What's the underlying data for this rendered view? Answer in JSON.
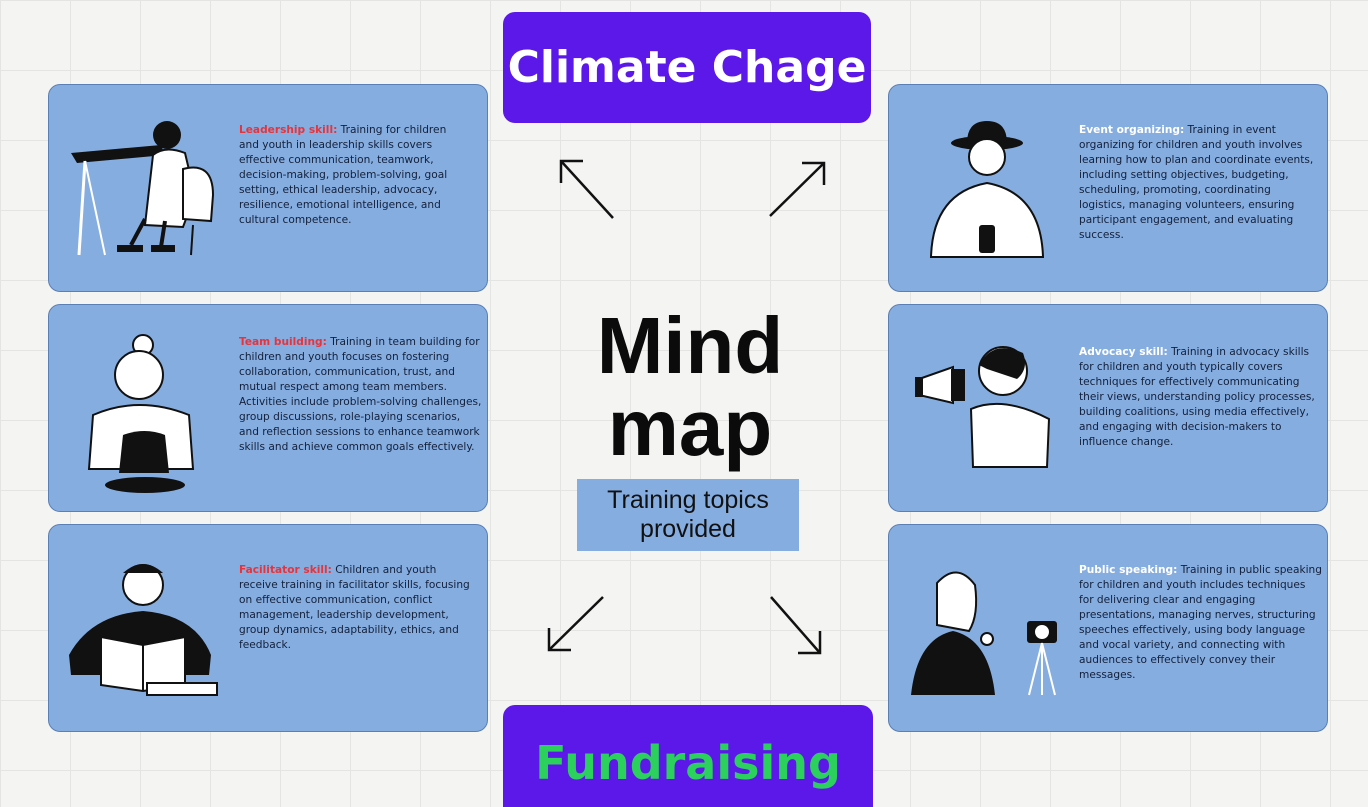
{
  "top_banner": "Climate Chage",
  "bottom_banner": "Fundraising",
  "center": {
    "title_line1": "Mind",
    "title_line2": "map",
    "subtitle_line1": "Training topics",
    "subtitle_line2": "provided"
  },
  "cards": {
    "leadership": {
      "label": "Leadership skill:",
      "text": " Training for children and youth in leadership skills covers effective communication, teamwork, decision-making, problem-solving, goal setting, ethical leadership, advocacy, resilience, emotional intelligence, and cultural competence.",
      "label_color": "#e8333a"
    },
    "team_building": {
      "label": "Team building:",
      "text": " Training in team building for children and youth focuses on fostering collaboration, communication, trust, and mutual respect among team members. Activities include problem-solving challenges, group discussions, role-playing scenarios, and reflection sessions to enhance teamwork skills and achieve common goals effectively.",
      "label_color": "#e8333a"
    },
    "facilitator": {
      "label": "Facilitator skill:",
      "text": " Children and youth receive training in facilitator skills, focusing on effective communication, conflict management, leadership development, group dynamics, adaptability, ethics, and feedback.",
      "label_color": "#e8333a"
    },
    "event_organizing": {
      "label": "Event organizing:",
      "text": " Training in event organizing for children and youth involves learning how to plan and coordinate events, including setting objectives, budgeting, scheduling, promoting, coordinating logistics, managing volunteers, ensuring participant engagement, and evaluating success.",
      "label_color": "#ffffff"
    },
    "advocacy": {
      "label": "Advocacy skill:",
      "text": " Training in advocacy skills for children and youth typically covers techniques for effectively communicating their views, understanding policy processes, building coalitions, using media effectively, and engaging with decision-makers to influence change.",
      "label_color": "#ffffff"
    },
    "public_speaking": {
      "label": "Public speaking:",
      "text": " Training in public speaking for children and youth includes techniques for delivering clear and engaging presentations, managing nerves, structuring speeches effectively, using body language and vocal variety, and connecting with audiences to effectively convey their messages.",
      "label_color": "#ffffff"
    }
  },
  "colors": {
    "banner": "#5b18e8",
    "card": "#86ade0",
    "fundraising_text": "#2bd15c"
  }
}
